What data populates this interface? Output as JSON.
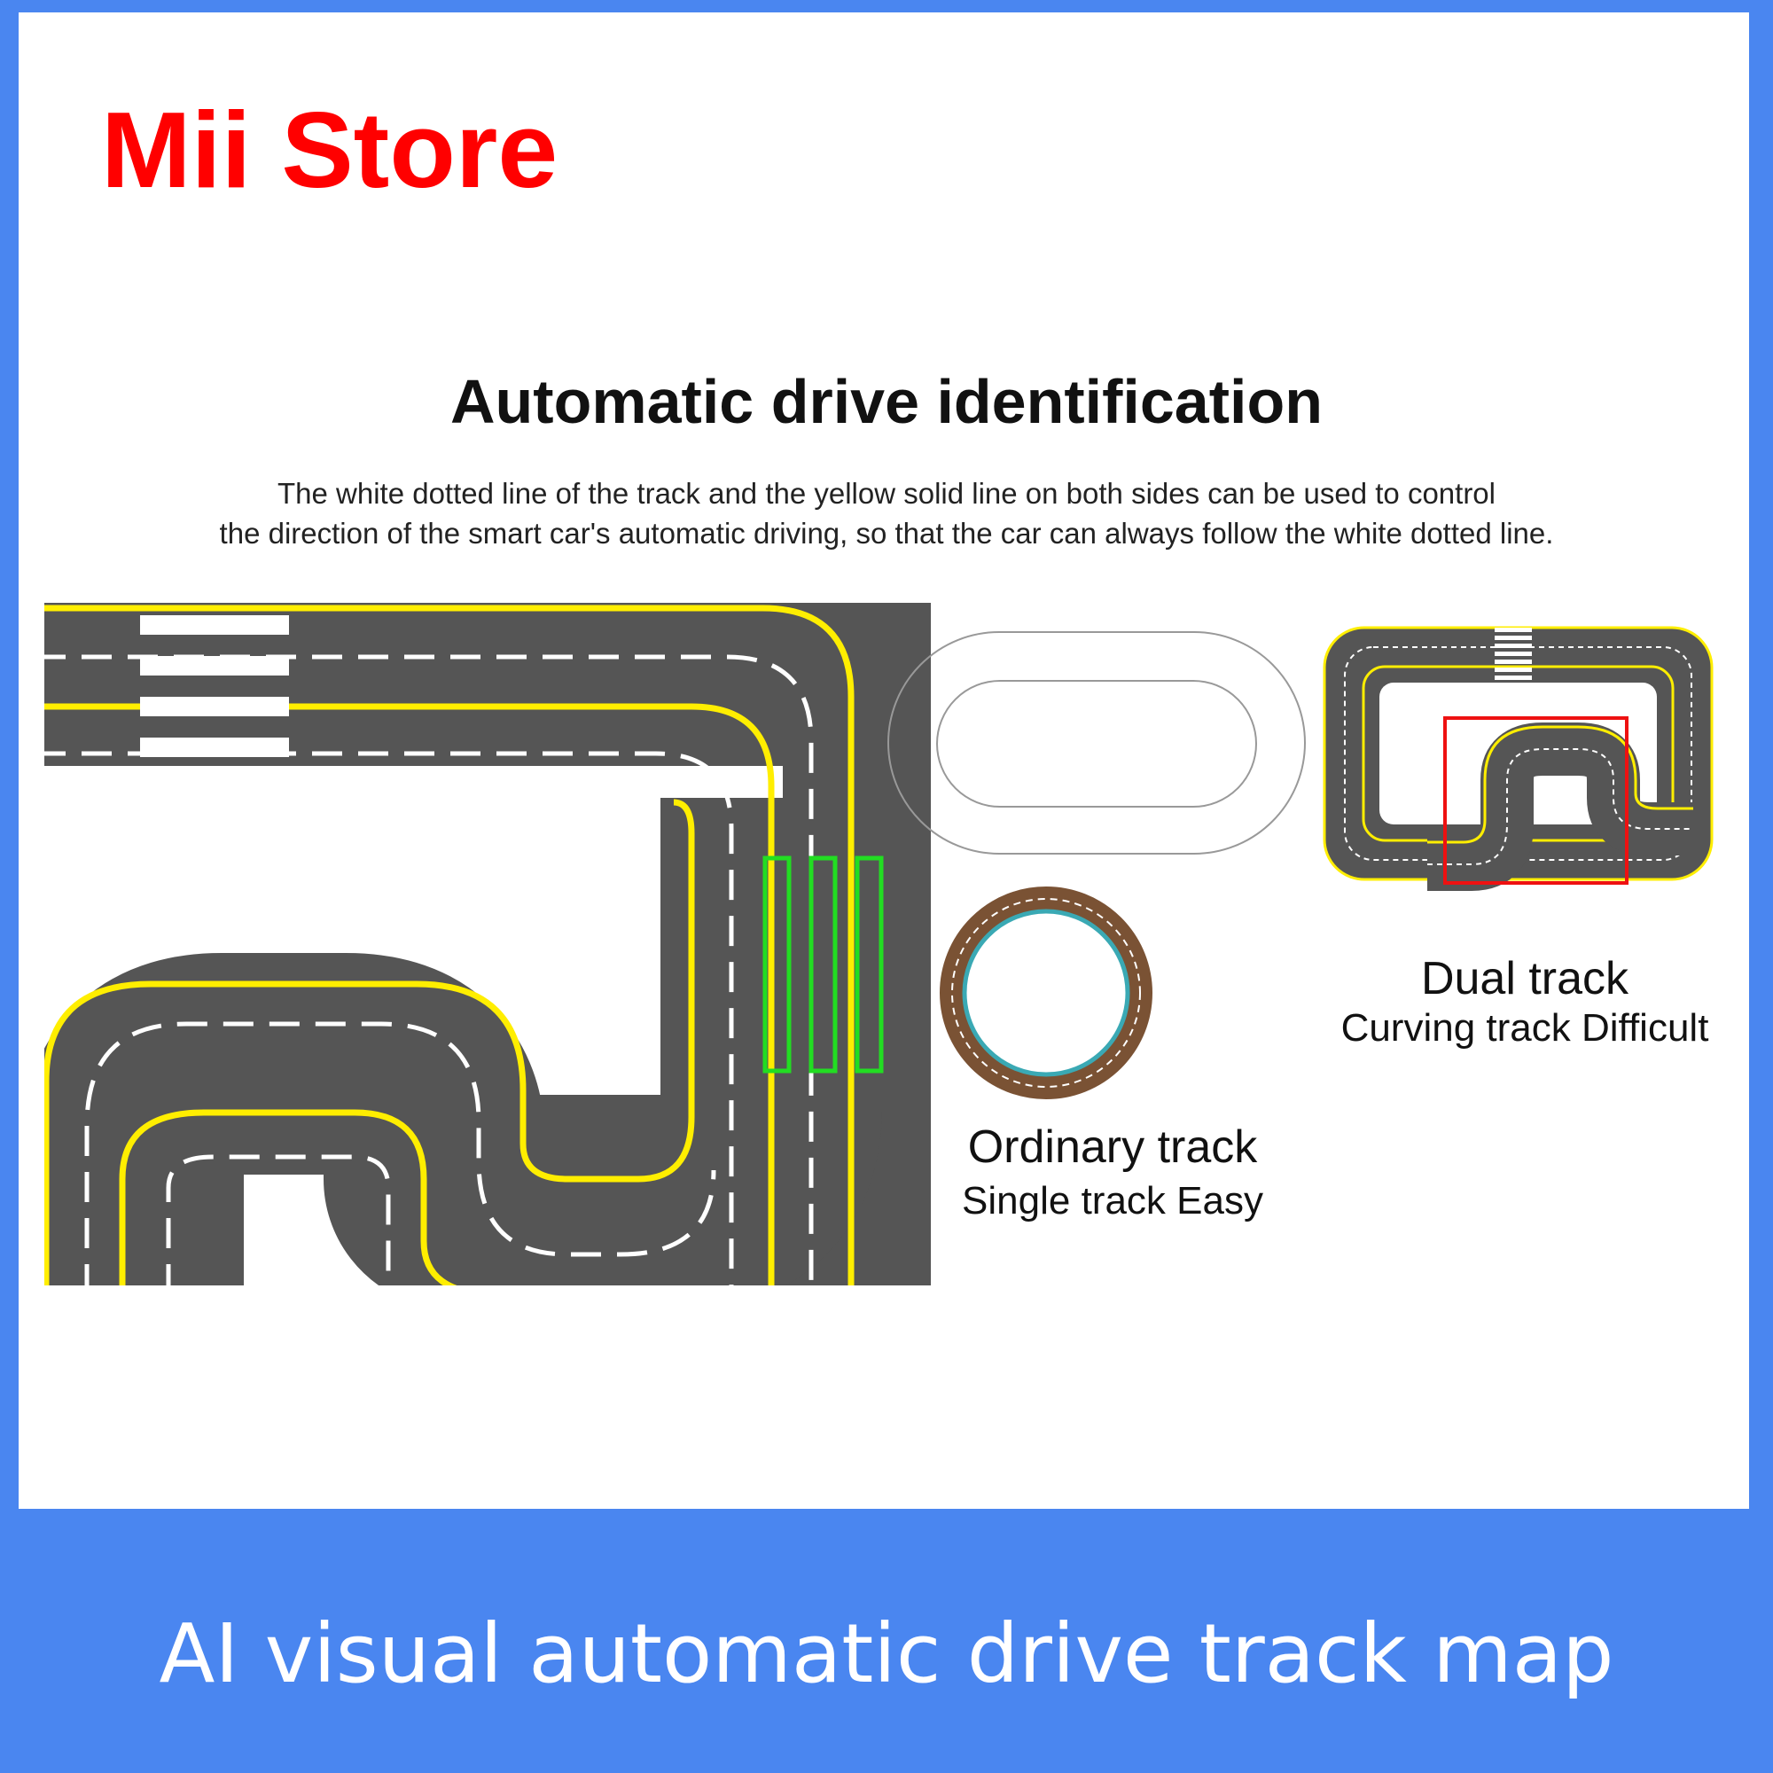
{
  "store_name": "Mii Store",
  "heading": "Automatic drive identification",
  "description": {
    "line1": "The white dotted line of the track and the yellow solid line on both sides can be used to control",
    "line2": "the direction of the smart car's automatic driving, so that the car can always follow the white dotted line."
  },
  "ordinary": {
    "title": "Ordinary track",
    "subtitle": "Single track Easy"
  },
  "dual": {
    "title": "Dual track",
    "subtitle": "Curving track Difficult"
  },
  "footer": "AI visual automatic drive track map",
  "colors": {
    "frame": "#4a86f0",
    "brand_red": "#ff0000",
    "asphalt": "#555555",
    "lane_yellow": "#ffee00",
    "highlight_green": "#22dd22",
    "highlight_red": "#ee1111",
    "ring_brown": "#7a5234",
    "ring_teal": "#3aa9b4"
  }
}
